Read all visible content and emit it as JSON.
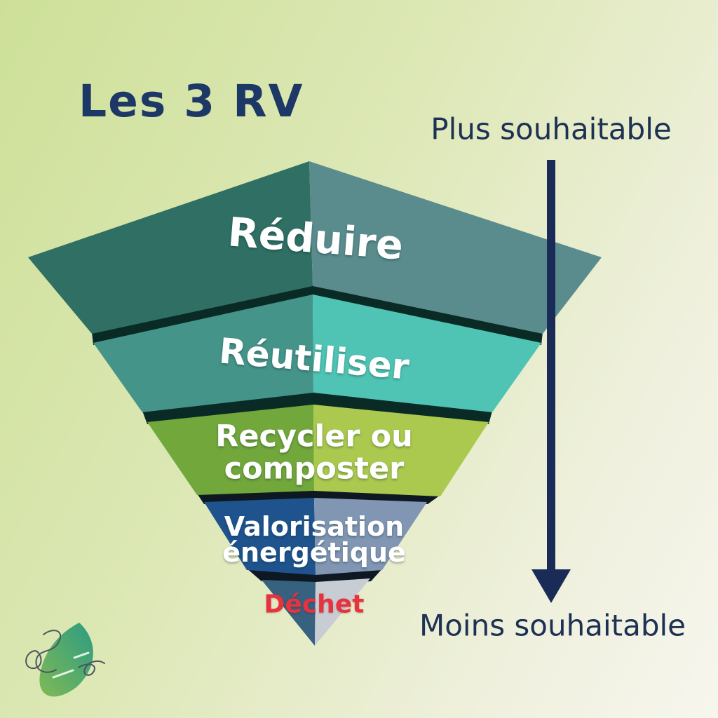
{
  "title": {
    "text": "Les 3 RV",
    "color": "#1d3767"
  },
  "desirability_scale": {
    "more_label": "Plus souhaitable",
    "less_label": "Moins souhaitable",
    "direction": "top-to-bottom",
    "arrow_color": "#1a2b57",
    "text_color": "#1d3153"
  },
  "funnel": {
    "type": "inverted-pyramid",
    "label_color": "#ffffff",
    "shadow_color_upper": "#0a2a26",
    "shadow_color_lower": "#0d1822",
    "layers": [
      {
        "label": "Réduire",
        "color_left": "#2f6f64",
        "color_right": "#5a8c8d"
      },
      {
        "label": "Réutiliser",
        "color_left": "#44948a",
        "color_right": "#4fc4b4"
      },
      {
        "label": "Recycler ou composter",
        "line1": "Recycler ou",
        "line2": "composter",
        "color_left": "#72a73b",
        "color_right": "#abc94f"
      },
      {
        "label": "Valorisation énergétique",
        "line1": "Valorisation",
        "line2": "énergétique",
        "color_left": "#1f538e",
        "color_right": "#8096b3"
      },
      {
        "label": "Déchet",
        "label_color": "#e8323e",
        "color_left": "#36617f",
        "color_right": "#c7cdd2"
      }
    ]
  },
  "background": {
    "top_left": "#cde098",
    "bottom_right": "#f6f6ee"
  },
  "logo": {
    "name": "leaf-logo",
    "color_bottom": "#7fba55",
    "color_top": "#2d9b82",
    "scribble_color": "#4a5560"
  }
}
